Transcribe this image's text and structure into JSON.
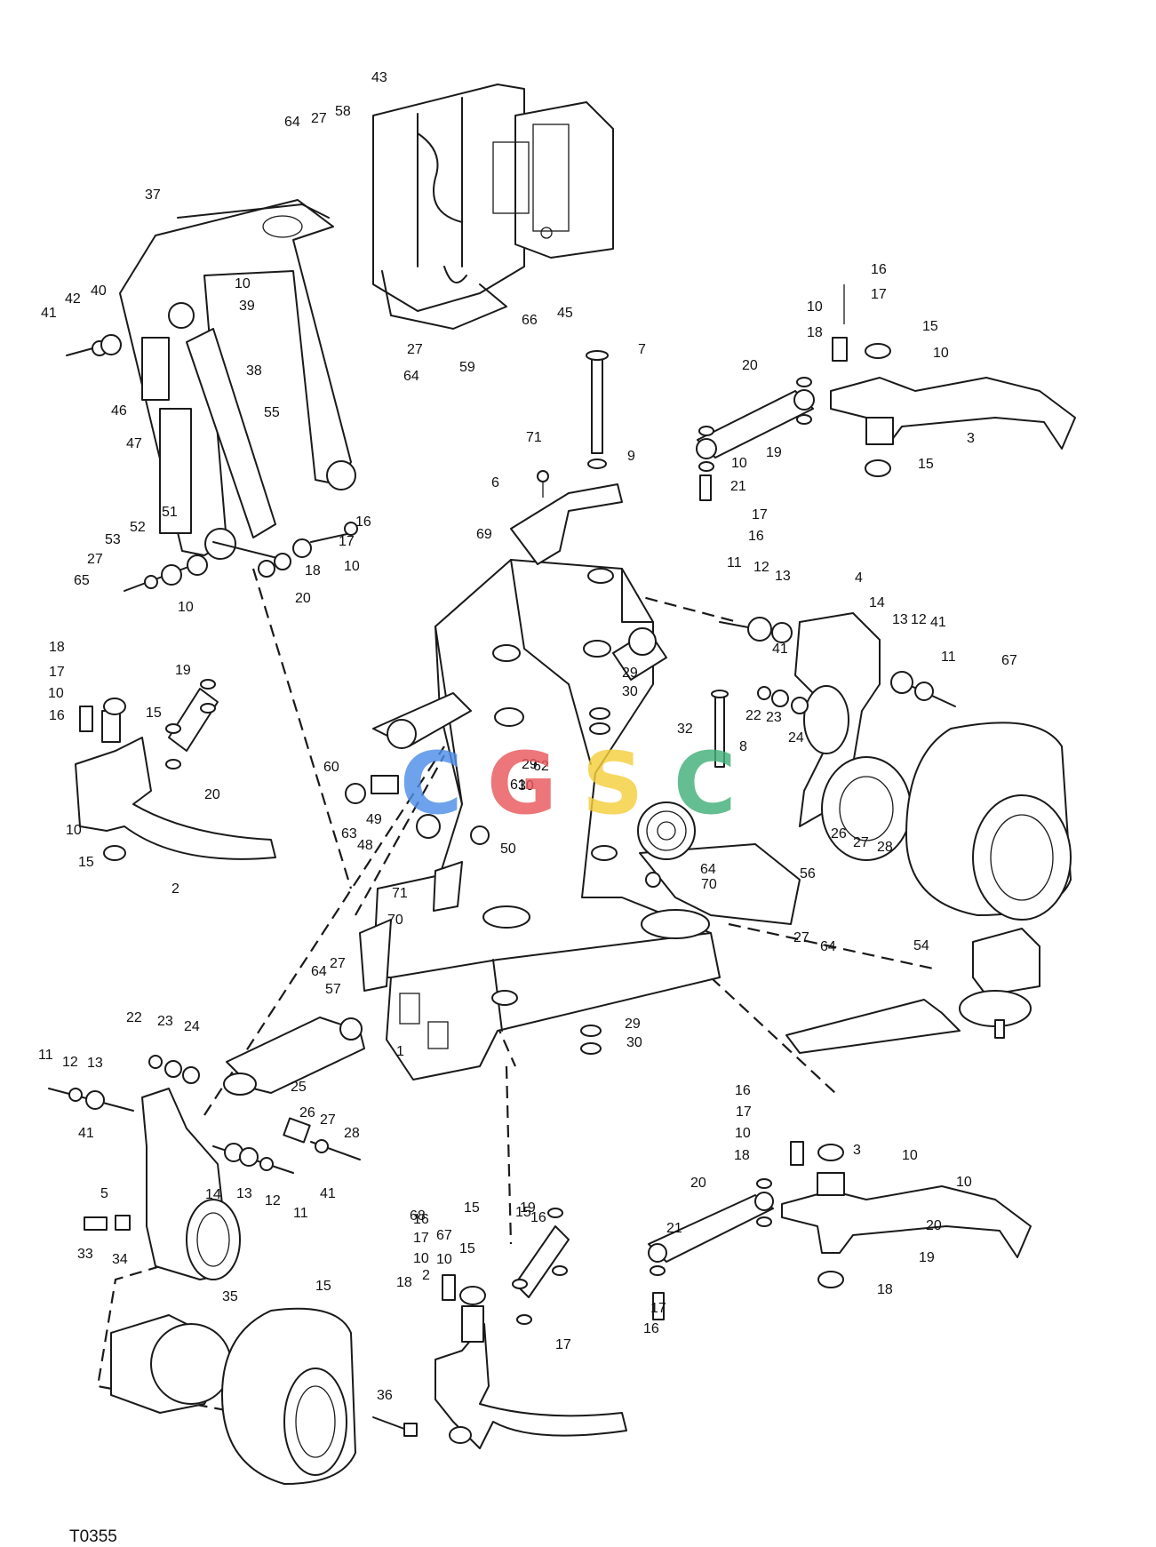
{
  "drawing_code": "T0355",
  "watermark": {
    "letters": [
      "C",
      "G",
      "S",
      "C"
    ],
    "colors": [
      "#4f8ee8",
      "#e8585c",
      "#f5cf3e",
      "#44b07a"
    ]
  },
  "callouts": [
    "43",
    "64",
    "27",
    "58",
    "37",
    "40",
    "42",
    "41",
    "10",
    "39",
    "38",
    "46",
    "47",
    "55",
    "66",
    "45",
    "27",
    "64",
    "59",
    "7",
    "9",
    "16",
    "17",
    "10",
    "18",
    "15",
    "10",
    "20",
    "19",
    "3",
    "15",
    "10",
    "21",
    "17",
    "16",
    "71",
    "6",
    "69",
    "51",
    "52",
    "53",
    "27",
    "65",
    "10",
    "16",
    "17",
    "10",
    "18",
    "20",
    "18",
    "17",
    "10",
    "16",
    "19",
    "15",
    "20",
    "10",
    "15",
    "2",
    "11",
    "12",
    "13",
    "4",
    "14",
    "13",
    "12",
    "41",
    "41",
    "11",
    "67",
    "29",
    "30",
    "22",
    "23",
    "24",
    "8",
    "32",
    "29",
    "30",
    "62",
    "61",
    "60",
    "63",
    "49",
    "48",
    "50",
    "71",
    "70",
    "64",
    "70",
    "56",
    "26",
    "27",
    "28",
    "27",
    "64",
    "64",
    "27",
    "57",
    "54",
    "29",
    "30",
    "1",
    "22",
    "23",
    "24",
    "11",
    "12",
    "13",
    "41",
    "25",
    "26",
    "27",
    "28",
    "5",
    "14",
    "13",
    "12",
    "11",
    "41",
    "33",
    "34",
    "16",
    "17",
    "10",
    "18",
    "15",
    "16",
    "17",
    "10",
    "18",
    "19",
    "20",
    "21",
    "17",
    "16",
    "15",
    "3",
    "10",
    "19",
    "20",
    "15",
    "16",
    "17",
    "10",
    "18",
    "68",
    "67",
    "10",
    "2",
    "15",
    "35",
    "36"
  ]
}
